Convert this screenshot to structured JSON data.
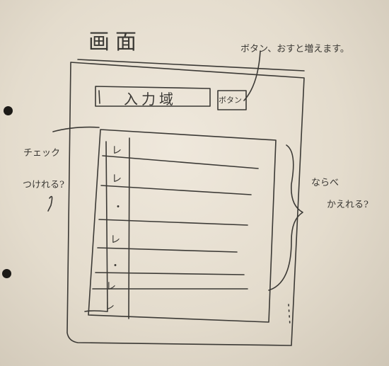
{
  "sheet": {
    "title": "画面",
    "input_label": "入力域",
    "button_label": "ボタン",
    "note_button": "ボタン、おすと増えます。",
    "note_check": "チェック",
    "note_check2": "つけれる?",
    "note_sort": "ならべ",
    "note_sort2": "かえれる?",
    "row_marks": [
      "レ",
      "レ",
      "・",
      "レ",
      "・",
      "レ",
      "レ"
    ]
  }
}
